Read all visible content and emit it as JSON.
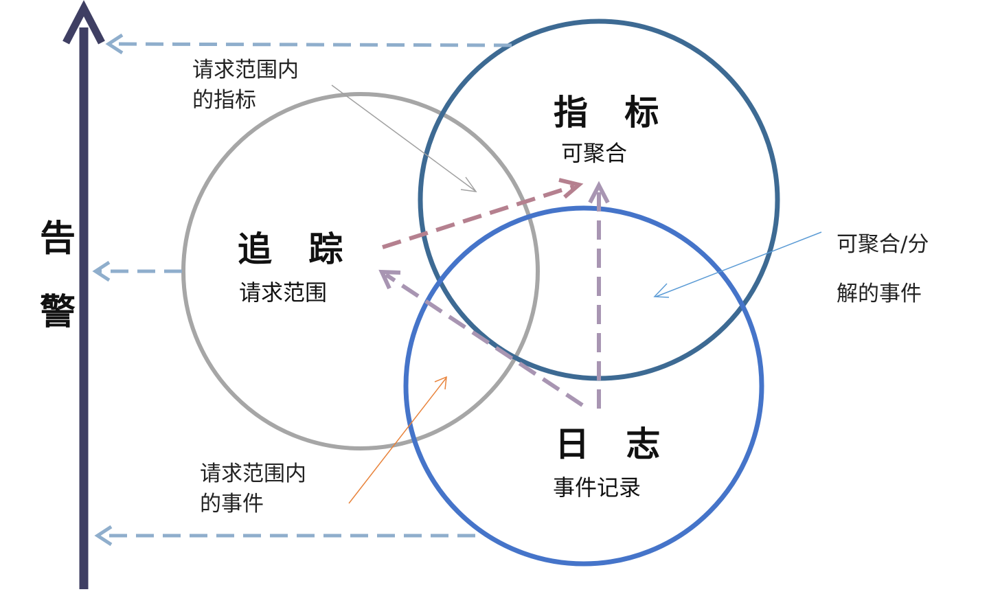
{
  "alarm": {
    "chars": [
      "告",
      "警"
    ]
  },
  "circles": {
    "tracing": {
      "title": "追 踪",
      "subtitle": "请求范围",
      "color": "#a6a6a6"
    },
    "metrics": {
      "title": "指 标",
      "subtitle": "可聚合",
      "color": "#3d6a93"
    },
    "logging": {
      "title": "日 志",
      "subtitle": "事件记录",
      "color": "#4574c9"
    }
  },
  "annotations": {
    "scoped_metrics": {
      "line1": "请求范围内",
      "line2": "的指标",
      "arrow_color": "#a0a0a0"
    },
    "scoped_events": {
      "line1": "请求范围内",
      "line2": "的事件",
      "arrow_color": "#e8823a"
    },
    "aggregatable_events": {
      "line1": "可聚合/分",
      "line2": "解的事件",
      "arrow_color": "#5b9bd5"
    }
  },
  "colors": {
    "alarm_axis": "#3f3f63",
    "alarm_arrows": "#8faecc",
    "tracing_to_metrics": "#b5808f",
    "logging_arrows": "#a895b2"
  }
}
